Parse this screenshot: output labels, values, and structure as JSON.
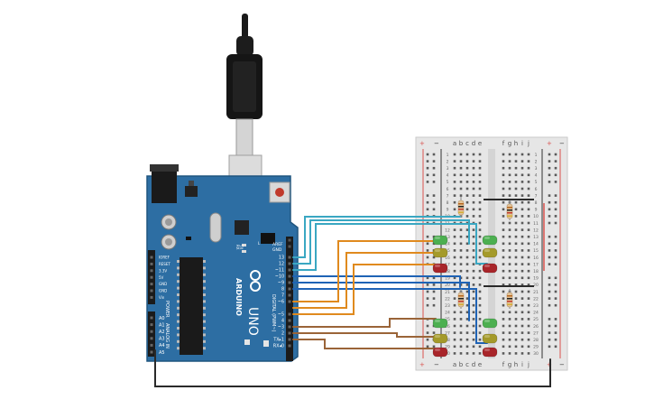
{
  "arduino": {
    "board_name": "UNO",
    "brand": "ARDUINO",
    "labels": {
      "aref": "AREF",
      "gnd": "GND",
      "tx": "TX",
      "rx": "RX",
      "l": "L",
      "on": "ON",
      "digital": "DIGITAL (PWM~)",
      "power": "POWER",
      "analog": "ANALOG IN"
    },
    "digital_pins": [
      "13",
      "12",
      "~11",
      "~10",
      "~9",
      "8",
      "7",
      "~6",
      "~5",
      "4",
      "~3",
      "2",
      "TX▸1",
      "RX◂0"
    ],
    "power_pins": [
      "IOREF",
      "RESET",
      "3.3V",
      "5V",
      "GND",
      "GND",
      "Vin"
    ],
    "analog_pins": [
      "A0",
      "A1",
      "A2",
      "A3",
      "A4",
      "A5"
    ]
  },
  "breadboard": {
    "columns": [
      "a",
      "b",
      "c",
      "d",
      "e",
      "f",
      "g",
      "h",
      "i",
      "j"
    ],
    "row_numbers": [
      "1",
      "2",
      "3",
      "4",
      "5",
      "6",
      "7",
      "8",
      "9",
      "10",
      "11",
      "12",
      "13",
      "14",
      "15",
      "16",
      "17",
      "18",
      "19",
      "20",
      "21",
      "22",
      "23",
      "24",
      "25",
      "26",
      "27",
      "28",
      "29",
      "30"
    ],
    "rail_plus": "+",
    "rail_minus": "−"
  },
  "colors": {
    "board": "#2d6ea3",
    "board_dark": "#1f557f",
    "breadboard": "#e6e6e6",
    "wire_teal": "#3aa7c2",
    "wire_orange": "#e08a1e",
    "wire_brown": "#9a6438",
    "wire_blue": "#1f63b5",
    "wire_black": "#2a2a2a",
    "led_green": "#4caf50",
    "led_yellow": "#a49a2a",
    "led_red": "#a8252a",
    "rail_red": "#d9534f"
  }
}
